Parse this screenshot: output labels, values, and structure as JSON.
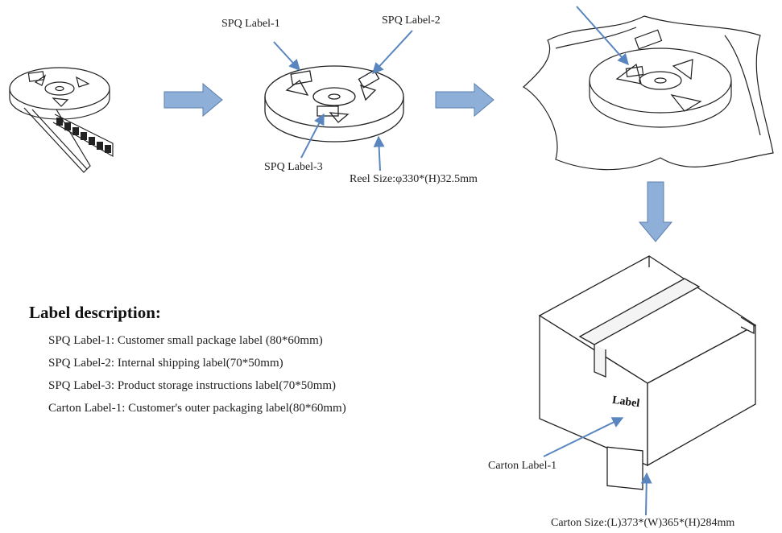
{
  "labels": {
    "spq_label_1": "SPQ Label-1",
    "spq_label_2": "SPQ Label-2",
    "spq_label_3": "SPQ Label-3",
    "reel_size": "Reel Size:φ330*(H)32.5mm",
    "carton_label_1": "Carton Label-1",
    "carton_size": "Carton Size:(L)373*(W)365*(H)284mm",
    "carton_stamp": "Label"
  },
  "description": {
    "heading": "Label description:",
    "items": [
      "SPQ Label-1: Customer small package label (80*60mm)",
      "SPQ Label-2: Internal shipping label(70*50mm)",
      "SPQ Label-3: Product storage instructions label(70*50mm)",
      "Carton Label-1: Customer's outer packaging label(80*60mm)"
    ]
  },
  "colors": {
    "flow_arrow_fill": "#8eb0d8",
    "flow_arrow_stroke": "#5b7fb0",
    "pointer_arrow": "#5a86bf",
    "line_art": "#222222"
  },
  "icons": [
    "reel-with-tape",
    "labeled-reel",
    "vacuum-bagged-reel",
    "carton-box",
    "flow-arrow-right",
    "flow-arrow-down"
  ]
}
